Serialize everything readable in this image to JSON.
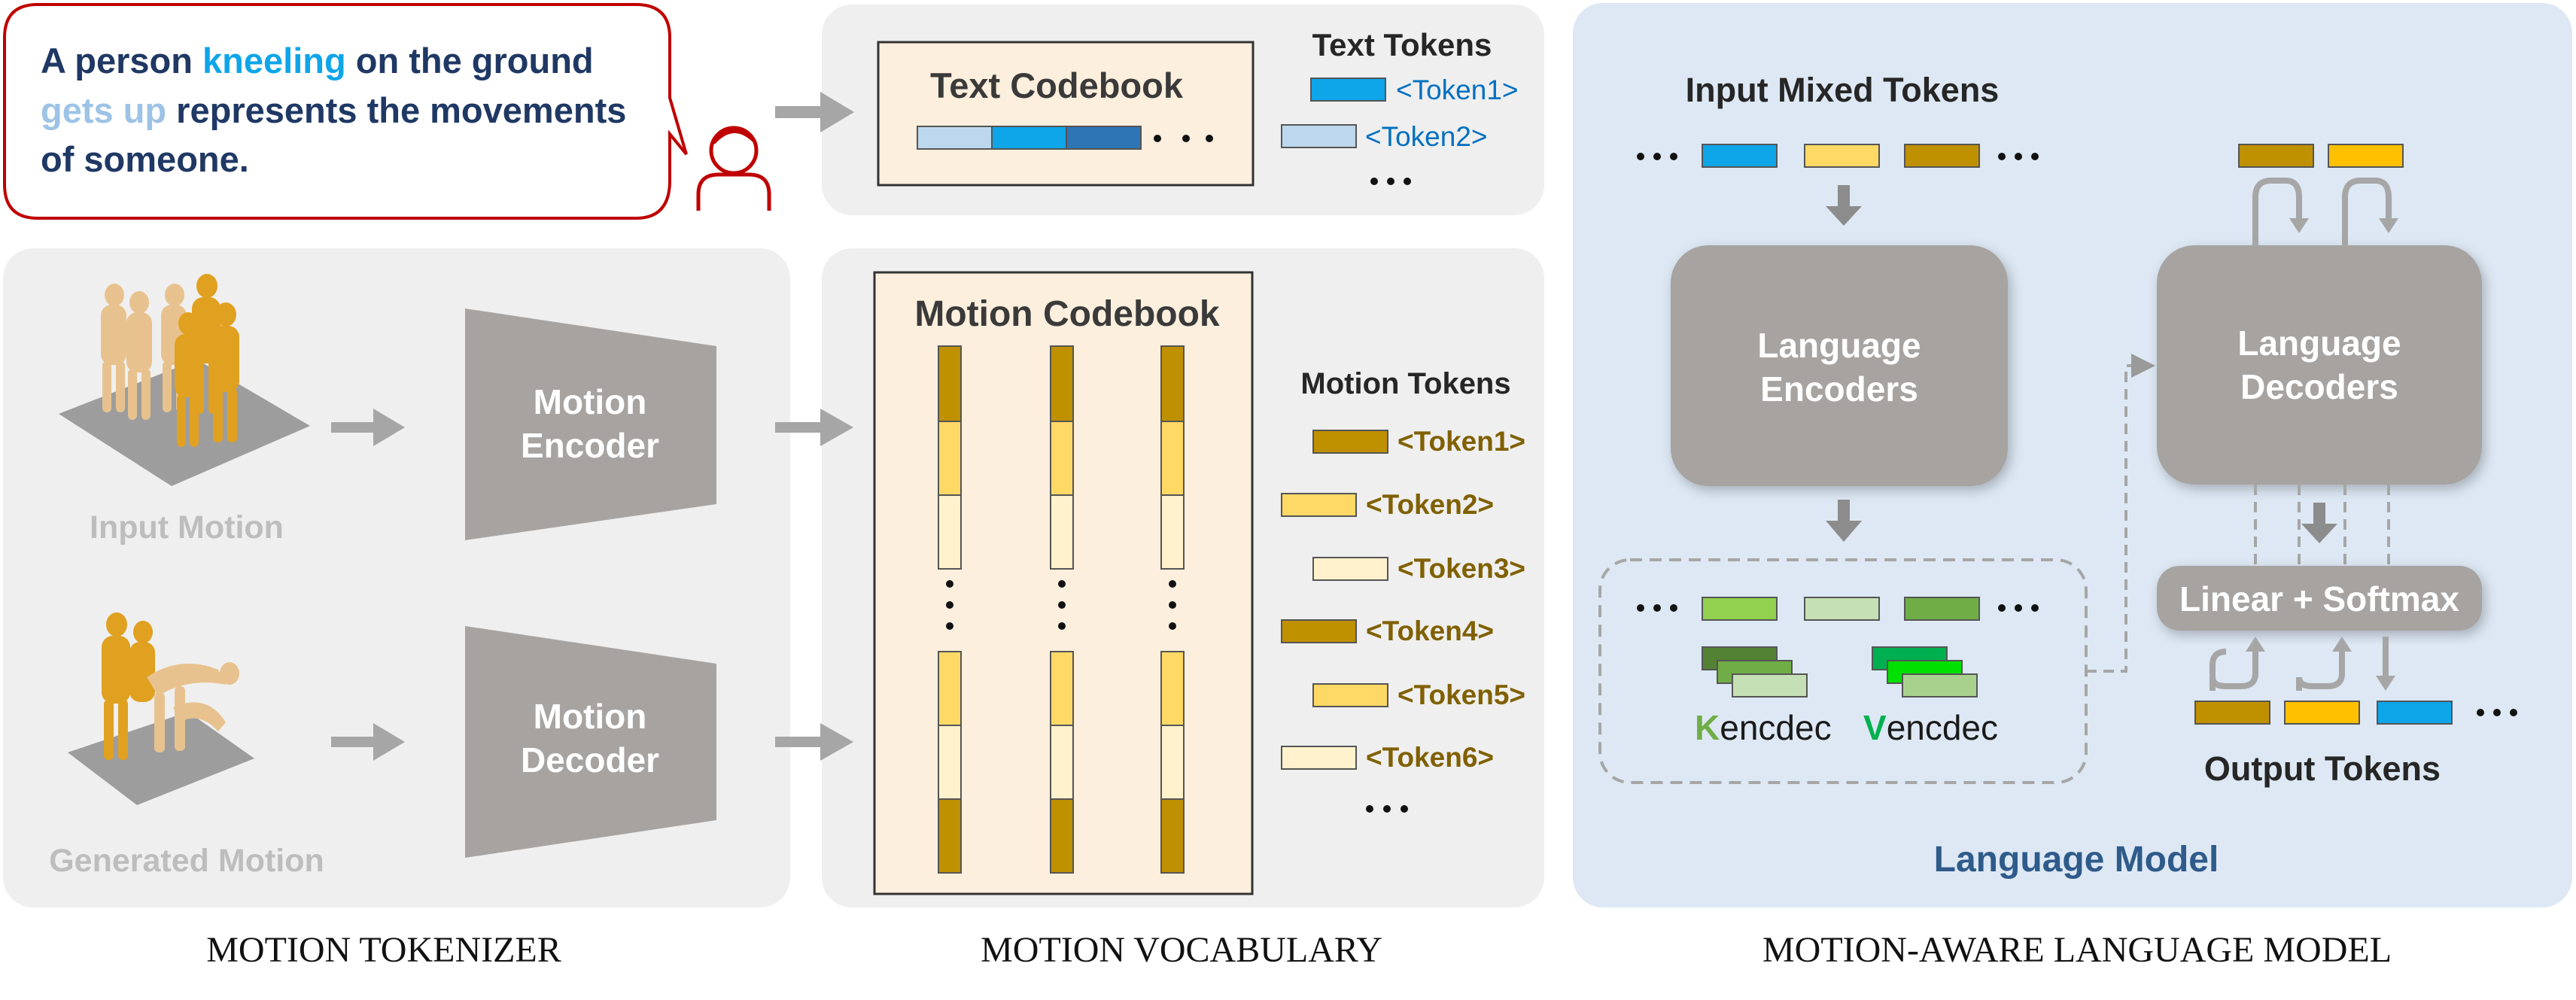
{
  "prompt": {
    "w1": "A person ",
    "w2": "kneeling",
    "w3": " on the ground",
    "w4": "gets up",
    "w5": " represents the movements",
    "w6": "of someone."
  },
  "text_codebook": {
    "title": "Text Codebook",
    "tokens_title": "Text Tokens",
    "tokens": [
      "<Token1>",
      "<Token2>"
    ]
  },
  "motion_tokenizer": {
    "encoder": [
      "Motion",
      "Encoder"
    ],
    "decoder": [
      "Motion",
      "Decoder"
    ],
    "input_label": "Input Motion",
    "generated_label": "Generated Motion"
  },
  "motion_codebook": {
    "title": "Motion Codebook",
    "tokens_title": "Motion Tokens",
    "tokens": [
      "<Token1>",
      "<Token2>",
      "<Token3>",
      "<Token4>",
      "<Token5>",
      "<Token6>"
    ]
  },
  "language_model": {
    "input_title": "Input Mixed Tokens",
    "encoders": [
      "Language",
      "Encoders"
    ],
    "decoders": [
      "Language",
      "Decoders"
    ],
    "linear": "Linear + Softmax",
    "output_title": "Output Tokens",
    "k_letter": "K",
    "k_rest": "encdec",
    "v_letter": "V",
    "v_rest": "encdec",
    "title": "Language Model"
  },
  "captions": {
    "tokenizer": "MOTION TOKENIZER",
    "vocabulary": "MOTION VOCABULARY",
    "lm": "MOTION-AWARE LANGUAGE MODEL"
  },
  "colors": {
    "panel_gray": "#efefef",
    "panel_blue": "#dde8f4",
    "block_gray": "#a6a3a1",
    "navy": "#1f3864",
    "blue_token": "#0ea5e9",
    "gold": "#bf9000",
    "light_gold": "#ffd966",
    "cream": "#fff2cc",
    "green": "#92d050",
    "red_outline": "#c00000"
  }
}
